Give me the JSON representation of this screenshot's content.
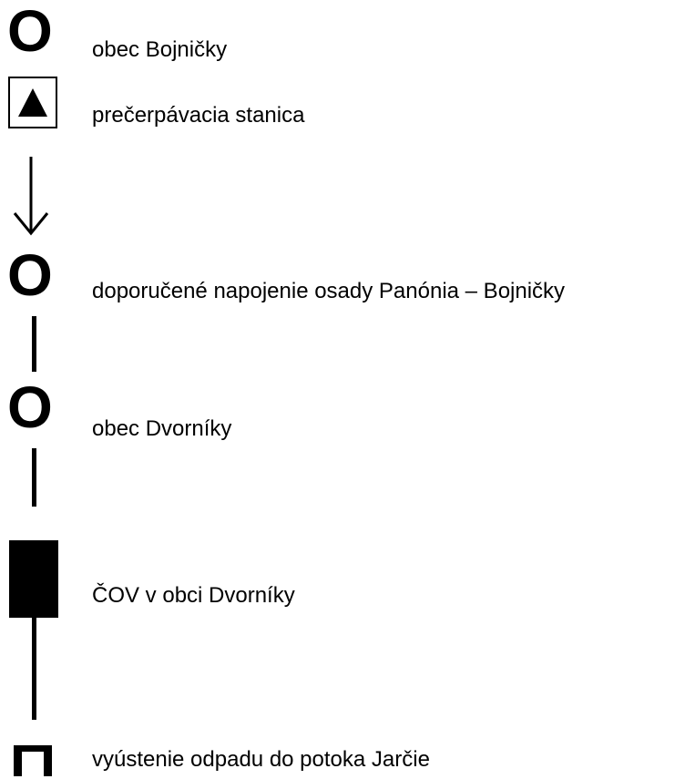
{
  "legend": {
    "items": [
      {
        "symbol": "circle-letter",
        "glyph": "O",
        "label": "obec Bojničky"
      },
      {
        "symbol": "pump-station-icon",
        "label": "prečerpávacia stanica"
      },
      {
        "symbol": "down-arrow-icon",
        "label": ""
      },
      {
        "symbol": "circle-letter",
        "glyph": "O",
        "label": "doporučené napojenie osady Panónia – Bojničky"
      },
      {
        "symbol": "circle-letter",
        "glyph": "O",
        "label": "obec Dvorníky"
      },
      {
        "symbol": "treatment-plant-icon",
        "label": "ČOV v obci Dvorníky"
      },
      {
        "symbol": "outlet-icon",
        "label": "vyústenie odpadu do potoka Jarčie"
      }
    ]
  },
  "colors": {
    "foreground": "#000000",
    "background": "#ffffff"
  }
}
